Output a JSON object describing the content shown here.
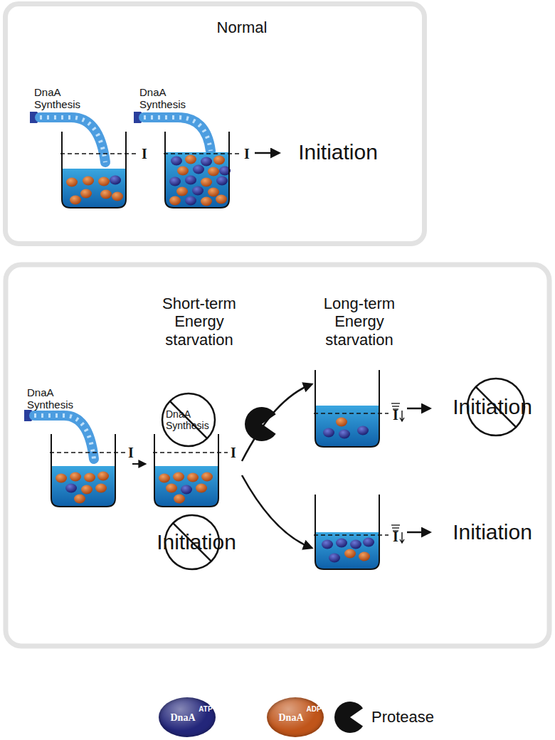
{
  "diagram": {
    "nodes": [
      {
        "text": [
          "Normal"
        ]
      }
    ],
    "labels": [
      "DnaA Synthesis",
      "DnaA Synthesis",
      "I",
      "I",
      "Initiation",
      "Short-term Energy starvation",
      "Long-term Energy starvation",
      "DnaA Synthesis",
      "I",
      "DnaA Synthesis",
      "I",
      "Initiation",
      "I",
      "Initiation",
      "I",
      "Initiation",
      "ATP",
      "ADP"
    ],
    "legend": [
      {
        "text": "DnaA",
        "color": "#23267a"
      },
      {
        "text": "DnaA",
        "color": "#c0551a"
      },
      {
        "text": "Protease"
      }
    ]
  }
}
